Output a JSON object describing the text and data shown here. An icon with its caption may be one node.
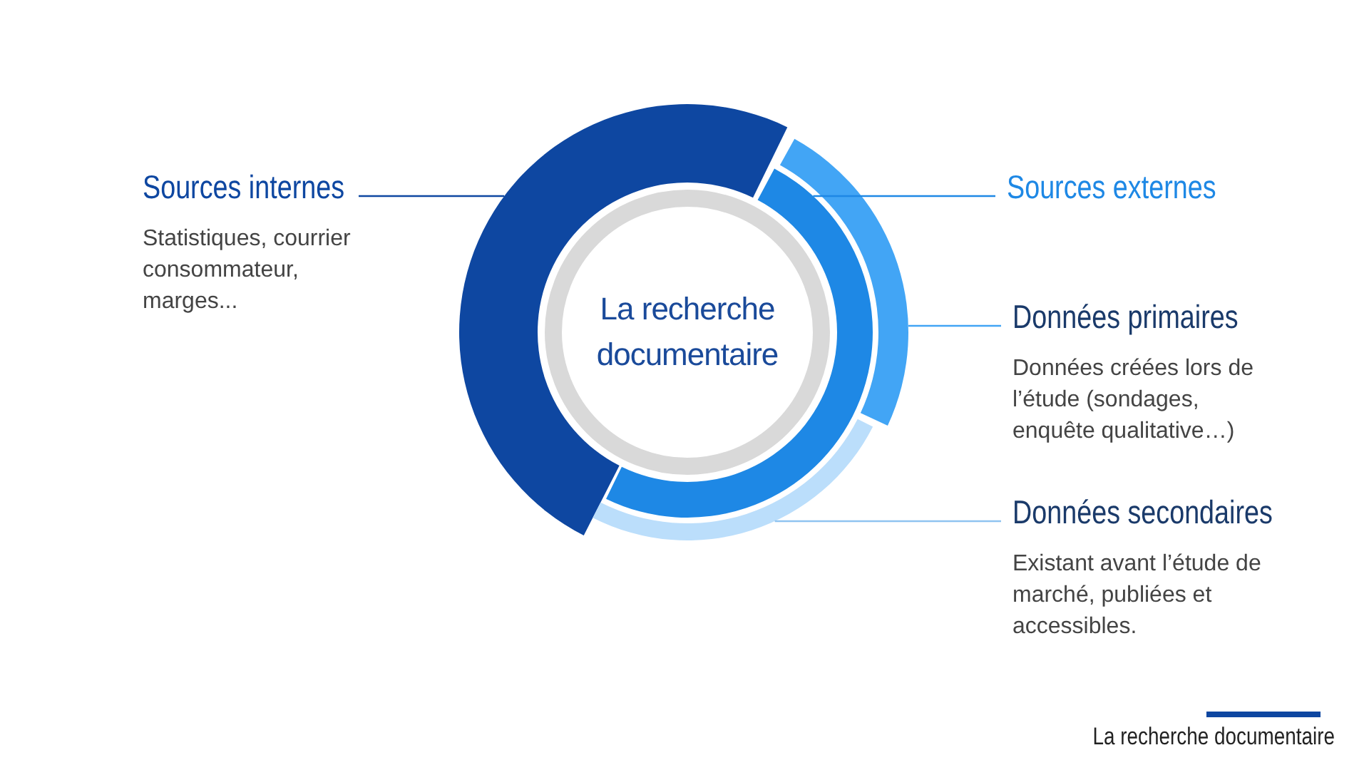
{
  "diagram": {
    "nodes": [
      {
        "text": [
          "La recherche documentaire"
        ]
      },
      {
        "text": [],
        "shape": "arc"
      },
      {
        "text": [],
        "shape": "arc"
      },
      {
        "text": [],
        "shape": "arc"
      },
      {
        "text": [],
        "shape": "arc"
      },
      {
        "text": [
          "Sources internes",
          "Statistiques, courrier consommateur, marges..."
        ]
      },
      {
        "text": [
          "Sources externes"
        ]
      },
      {
        "text": [
          "Données primaires",
          "Données créées lors de l’étude (sondages, enquête qualitative…)"
        ]
      },
      {
        "text": [
          "Données secondaires",
          "Existant avant l’étude de marché, publiées et accessibles."
        ]
      }
    ],
    "edges": [
      {
        "from": 5,
        "to": 1,
        "arrow": "none",
        "color": "#0e47a1"
      },
      {
        "from": 6,
        "to": 3,
        "arrow": "none",
        "color": "#1e88e5"
      },
      {
        "from": 7,
        "to": 2,
        "arrow": "none",
        "color": "#42a5f5"
      },
      {
        "from": 8,
        "to": 4,
        "arrow": "none",
        "color": "#90c4f0"
      }
    ],
    "labels": [
      "La recherche documentaire"
    ]
  }
}
